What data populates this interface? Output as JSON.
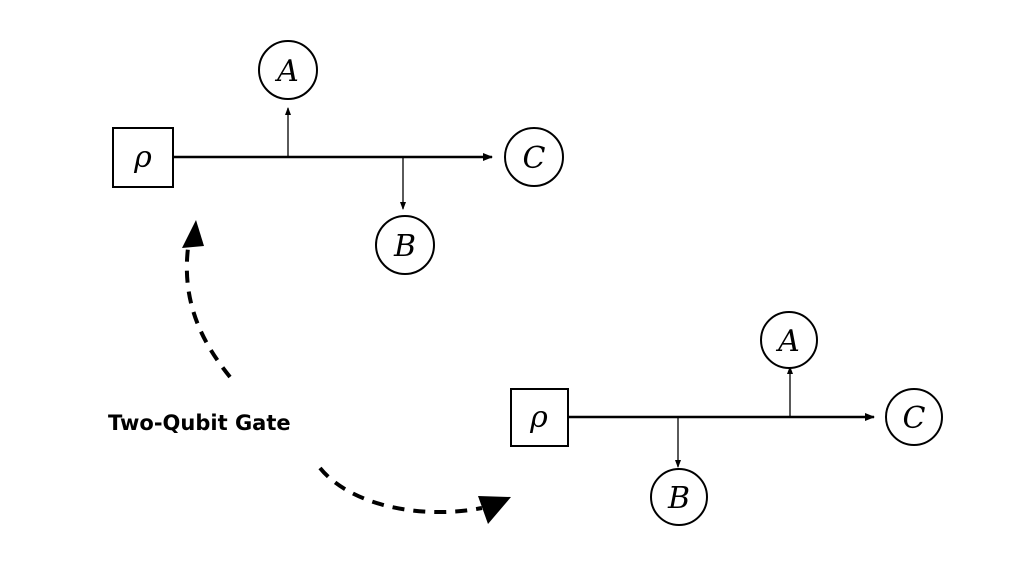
{
  "diagram": {
    "top_circuit": {
      "source": "ρ",
      "outputs": [
        "A",
        "B",
        "C"
      ]
    },
    "bottom_circuit": {
      "source": "ρ",
      "outputs": [
        "A",
        "B",
        "C"
      ]
    },
    "transition_label": "Two-Qubit Gate"
  }
}
